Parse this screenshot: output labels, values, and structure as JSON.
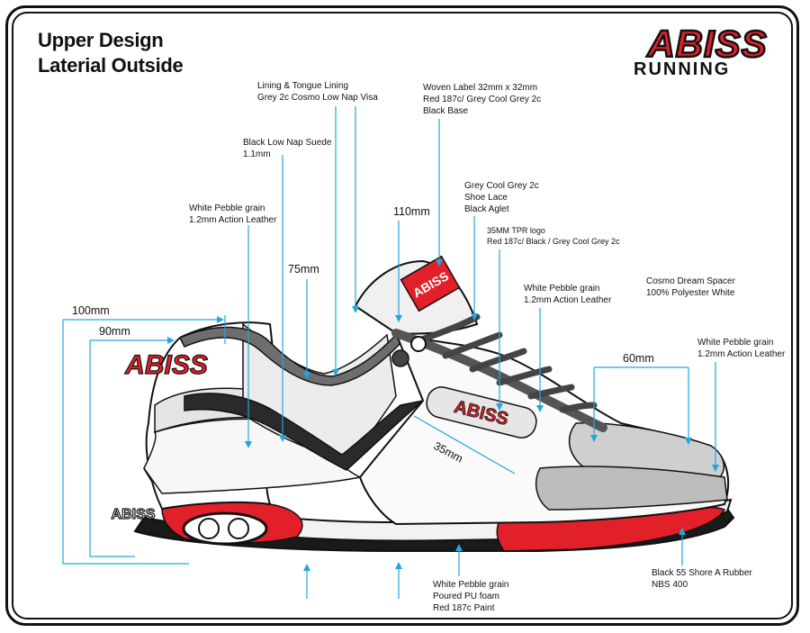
{
  "header": {
    "title_line1": "Upper Design",
    "title_line2": "Laterial Outside"
  },
  "brand": {
    "logo_text": "ABISS",
    "tagline": "RUNNING"
  },
  "dimensions": {
    "d100": "100mm",
    "d90": "90mm",
    "d75": "75mm",
    "d110": "110mm",
    "d60": "60mm",
    "d35": "35mm"
  },
  "callouts": {
    "lining": {
      "line1": "Lining & Tongue Lining",
      "line2": "Grey 2c Cosmo Low Nap Visa"
    },
    "woven": {
      "line1": "Woven Label 32mm x 32mm",
      "line2": "Red 187c/  Grey Cool Grey 2c",
      "line3": "Black Base"
    },
    "suede": {
      "line1": "Black Low Nap Suede",
      "line2": "1.1mm"
    },
    "lace": {
      "line1": "Grey Cool Grey 2c",
      "line2": "Shoe Lace",
      "line3": "Black Aglet"
    },
    "pebble_heel": {
      "line1": "White Pebble grain",
      "line2": "1.2mm Action Leather"
    },
    "tpr": {
      "line1": "35MM  TPR logo",
      "line2": "Red 187c/ Black / Grey Cool Grey 2c"
    },
    "pebble_mid": {
      "line1": "White Pebble grain",
      "line2": "1.2mm Action Leather"
    },
    "spacer": {
      "line1": "Cosmo Dream Spacer",
      "line2": "100% Polyester White"
    },
    "pebble_toe": {
      "line1": "White Pebble grain",
      "line2": "1.2mm Action Leather"
    },
    "foam": {
      "line1": "White Pebble grain",
      "line2": "Poured PU foam",
      "line3": "Red 187c Paint"
    },
    "rubber": {
      "line1": "Black 55 Shore A Rubber",
      "line2": "NBS 400"
    }
  },
  "colors": {
    "brand_red": "#e2202a",
    "dimension_blue": "#22a6e0",
    "outline": "#111111",
    "mesh_grey": "#d9d9d9"
  }
}
